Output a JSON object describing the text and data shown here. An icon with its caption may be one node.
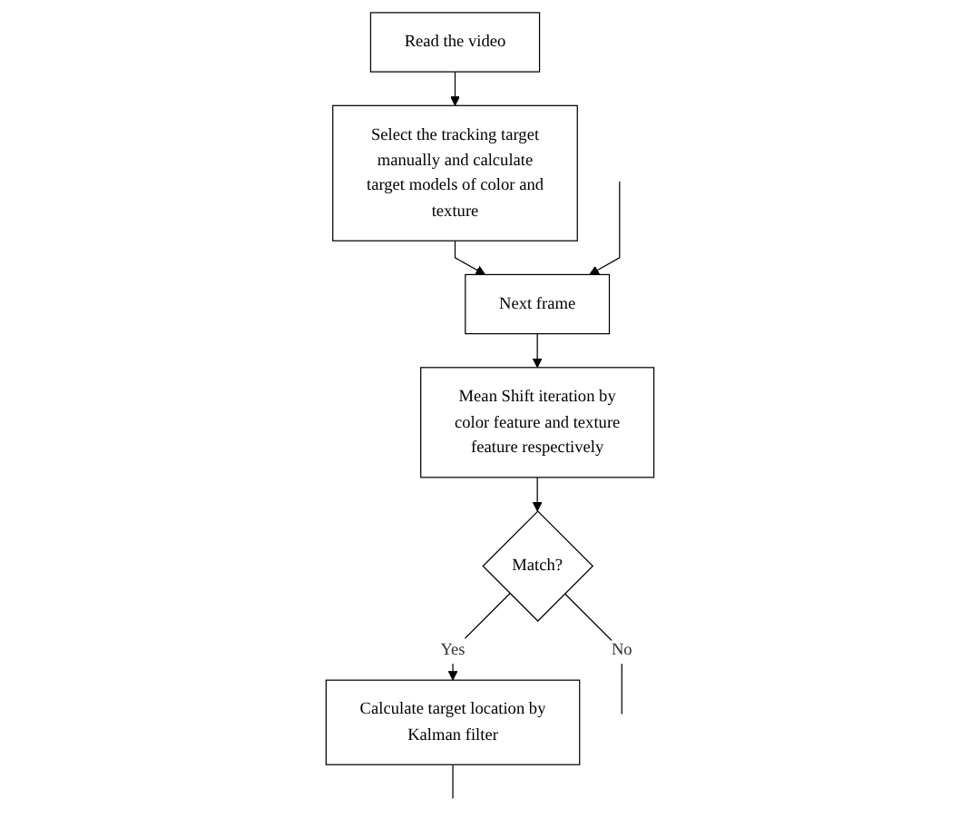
{
  "diagram": {
    "nodes": [
      {
        "text": [
          "Read the video"
        ]
      },
      {
        "text": [
          "Select the tracking target manually and calculate target models of color and texture"
        ]
      },
      {
        "text": [
          "Next frame"
        ]
      },
      {
        "text": [
          "Mean Shift iteration by color feature and texture feature respectively"
        ]
      },
      {
        "text": [
          "Match?"
        ]
      },
      {
        "text": [
          "Calculate target location by Kalman filter"
        ]
      }
    ],
    "edges": [
      {
        "from": 0,
        "to": 1,
        "arrow": "to"
      },
      {
        "from": 1,
        "to": 2,
        "arrow": "to"
      },
      {
        "from": null,
        "to": 2,
        "arrow": "to"
      },
      {
        "from": 2,
        "to": 3,
        "arrow": "to"
      },
      {
        "from": 3,
        "to": 4,
        "arrow": "to"
      },
      {
        "from": 4,
        "to": 5,
        "label": "Yes",
        "arrow": "to"
      },
      {
        "from": 4,
        "to": null,
        "label": "No",
        "arrow": "none"
      },
      {
        "from": 5,
        "to": null,
        "arrow": "none"
      }
    ]
  }
}
